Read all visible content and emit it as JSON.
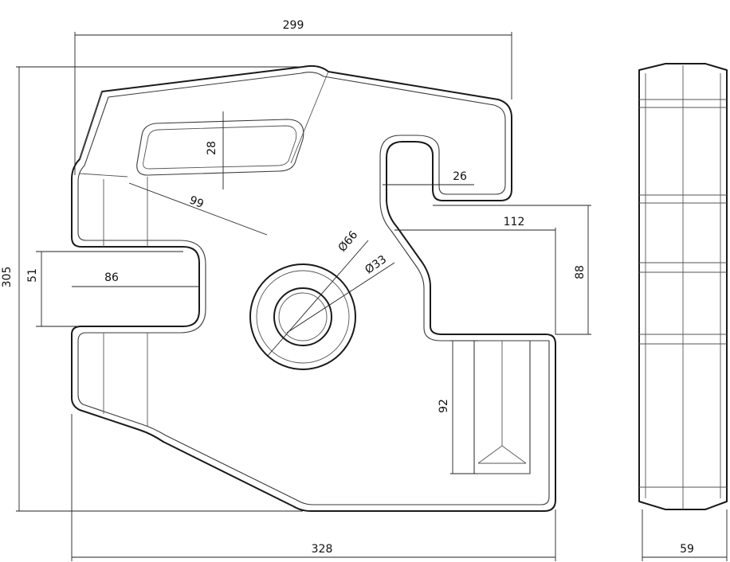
{
  "drawing": {
    "dimensions": {
      "width_top": "299",
      "height_total": "305",
      "width_bottom": "328",
      "thickness": "59",
      "slot_height": "28",
      "slot_diag": "99",
      "notch_height": "51",
      "notch_depth": "86",
      "hole_outer": "Ø66",
      "hole_inner": "Ø33",
      "hook_width": "26",
      "step_width": "112",
      "step_height": "88",
      "pocket_height": "92"
    }
  }
}
